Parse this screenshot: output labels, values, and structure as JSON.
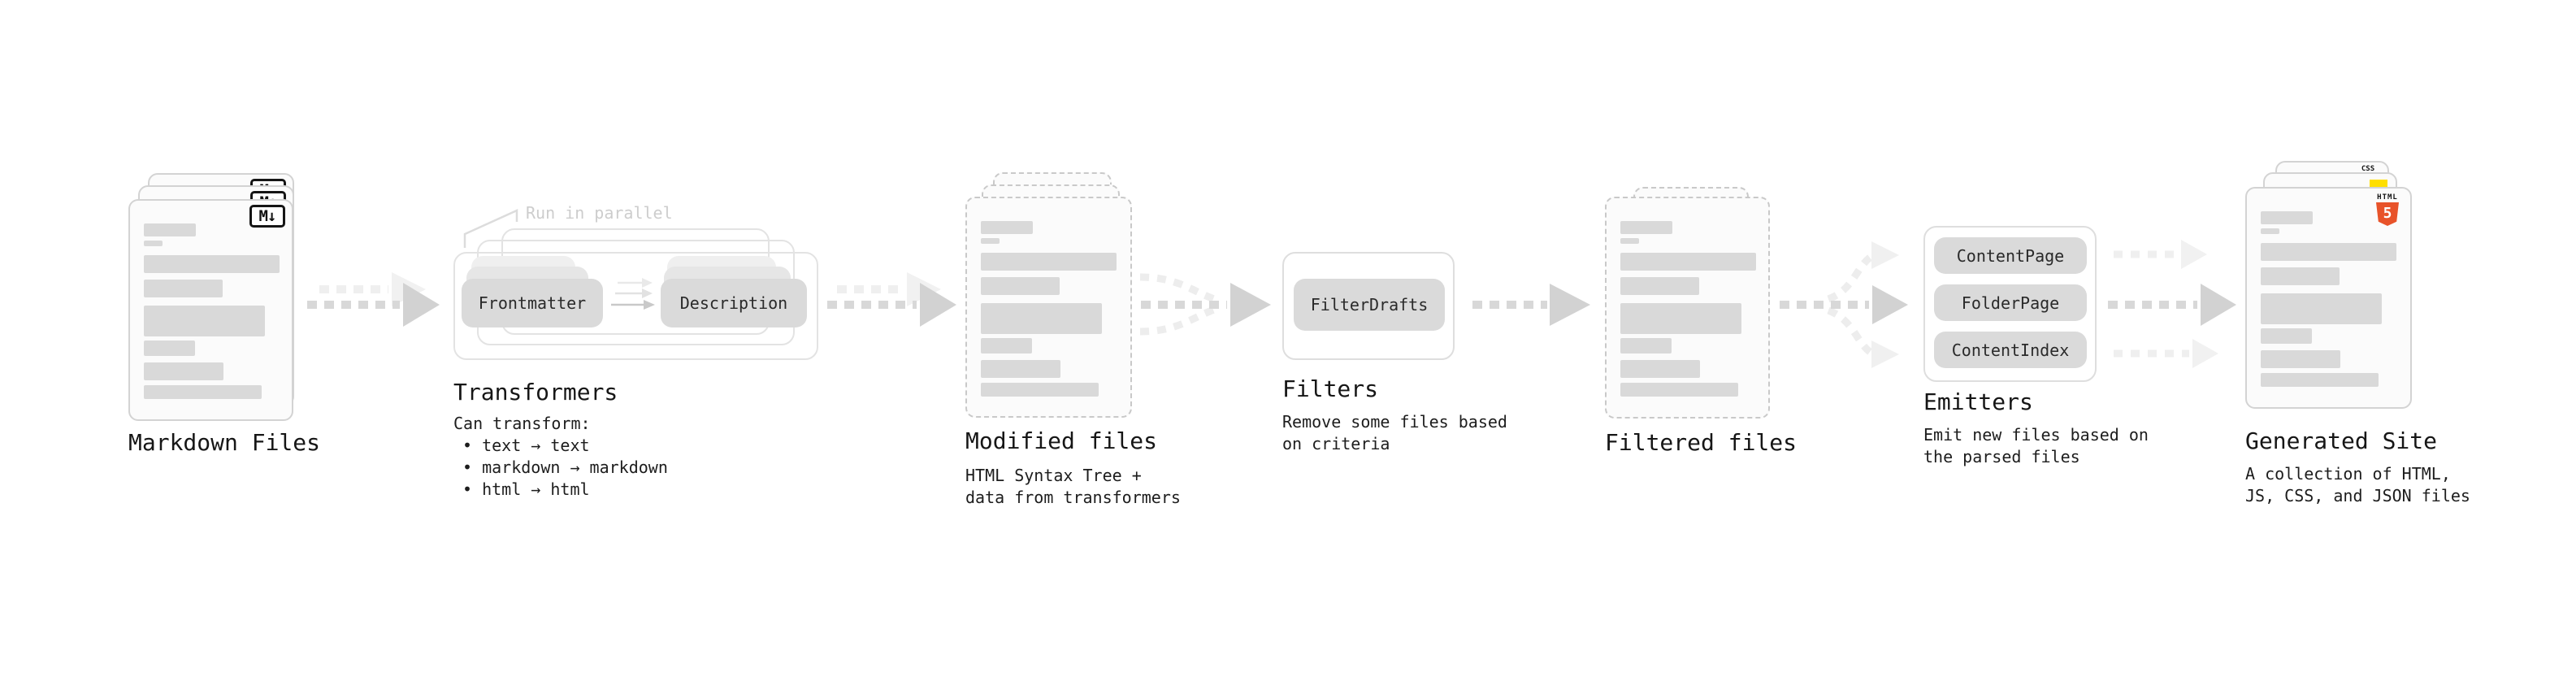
{
  "stages": [
    {
      "title": "Markdown Files",
      "sub": []
    },
    {
      "title": "Transformers",
      "note": "Run in parallel",
      "buttons": [
        "Frontmatter",
        "Description"
      ],
      "sub": [
        "Can transform:",
        "• text → text",
        "• markdown → markdown",
        "• html → html"
      ]
    },
    {
      "title": "Modified files",
      "sub": [
        "HTML Syntax Tree +",
        "data from transformers"
      ]
    },
    {
      "title": "Filters",
      "buttons": [
        "FilterDrafts"
      ],
      "sub": [
        "Remove some files based",
        "on criteria"
      ]
    },
    {
      "title": "Filtered files",
      "sub": []
    },
    {
      "title": "Emitters",
      "buttons": [
        "ContentPage",
        "FolderPage",
        "ContentIndex"
      ],
      "sub": [
        "Emit new files based on",
        "the parsed files"
      ]
    },
    {
      "title": "Generated Site",
      "sub": [
        "A collection of HTML,",
        "JS, CSS, and JSON files"
      ]
    }
  ],
  "badges": {
    "markdown": "M↓",
    "css": "CSS",
    "html": "HTML",
    "html_number": "5"
  },
  "icons": {
    "markdown_badge": "markdown M-down-arrow logo",
    "css_logo": "CSS text with blue underline",
    "js_logo": "yellow JavaScript square",
    "html5_logo": "orange HTML5 shield",
    "flow_arrow": "dashed right arrow"
  },
  "colors": {
    "css_blue": "#2965f1",
    "js_yellow": "#ffdf00",
    "html_orange": "#e8532a",
    "arrow_dark": "#d2d2d2",
    "arrow_light": "#efefef",
    "note_gray": "#cdcdcd"
  }
}
